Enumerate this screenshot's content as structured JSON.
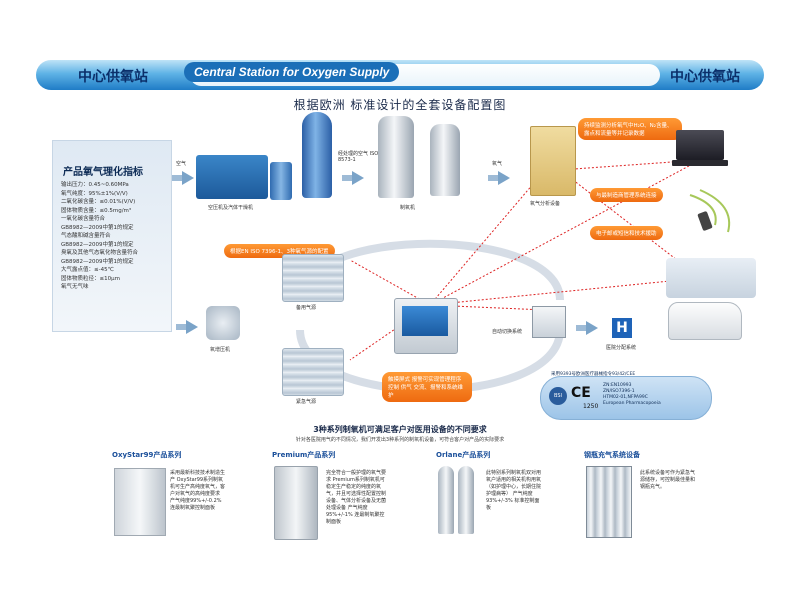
{
  "header": {
    "left_title": "中心供氧站",
    "center_title": "Central Station for Oxygen Supply",
    "right_title": "中心供氧站"
  },
  "subtitle": "根据欧洲 标准设计的全套设备配置图",
  "spec_panel": {
    "title": "产品氧气理化指标",
    "items": [
      "输出压力：0.45~0.60MPa",
      "氧气纯度：95%±1%(V/V)",
      "二氧化碳含量：≤0.01%(V/V)",
      "固体物质含量：≤0.5mg/m³",
      "一氧化碳含量符合",
      "GB8982—2009中第1的规定",
      "气态酸和碱含量符合",
      "GB8982—2009中第1的规定",
      "臭氧及其他气态氧化物含量符合",
      "GB8982—2009中第1的规定",
      "大气露点值：≤-45℃",
      "固体物质粒径：≤10μm",
      "氧气无气味"
    ]
  },
  "labels": {
    "air_in": "空气",
    "compressor": "空压机及汽体干燥机",
    "treated_air": "经处理的空气 ISO 8573-1",
    "generator": "制氧机",
    "oxygen": "氧气",
    "analyzer": "氧气分析设备",
    "standard_note": "根据EN ISO 7396-1、3种氧气源的配置",
    "main_supply": "备用气源",
    "backup_supply": "紧急气源",
    "booster": "氧增压机",
    "auto_switch": "自动切换系统",
    "hospital": "医院分配系统",
    "h_sign": "H",
    "monitor_note": "持续监测分析氧气中H₂O、N₂含量、露点和流量等并记录数据",
    "remote_note": "与最制造商管理系统连接",
    "sms_note": "电子邮或短信和技术援助",
    "control_note": "触摸屏式 报警可实现管理程序控制 供气 交流、报警和系统维护"
  },
  "certifications": {
    "intro": "采用9393号欧洲医疗器械指令93/42/CEE",
    "items": [
      "ZN:EN10993",
      "ZN/ISO7396-1",
      "HTM02-01,NFPA99C",
      "European Pharmacopoeia"
    ],
    "ce": "CE",
    "ce_number": "1250",
    "seal": "BSI"
  },
  "series_heading": "3种系列制氧机可满足客户对医用设备的不同要求",
  "series_subheading": "针对各医院用气的不同情况，我们开发出3种系列的制氧机设备，可符合客户对产品的实际要求",
  "series": [
    {
      "name": "OxyStar99产品系列",
      "text": "采用最新科技技术制造生产 OxyStar99系列制氧机可生产高纯度氧气，客户对氧气的高纯度要求 产气纯度99%+/-0.2% 连最制氧聚控制面板"
    },
    {
      "name": "Premium产品系列",
      "text": "完全符合一般护理的氧气要求 Premium系列制氧机可稳定生产稳定的纯度的氧气，并且可选择性配置控制设备、气体分析设备及无菌处理设备 产气纯度95%+/-1% 连最制氧聚控制面板"
    },
    {
      "name": "Orlane产品系列",
      "text": "此特别系列制氧机双对用氧户适用的相关机构用氧（如护理中心，长期住院护理病等） 产气纯度93%+/-3% 标准控制面板"
    },
    {
      "name": "钢瓶充气系统设备",
      "text": "此系统设备可作为紧急气源储存，可控制最佳量和钢瓶充气。"
    }
  ]
}
